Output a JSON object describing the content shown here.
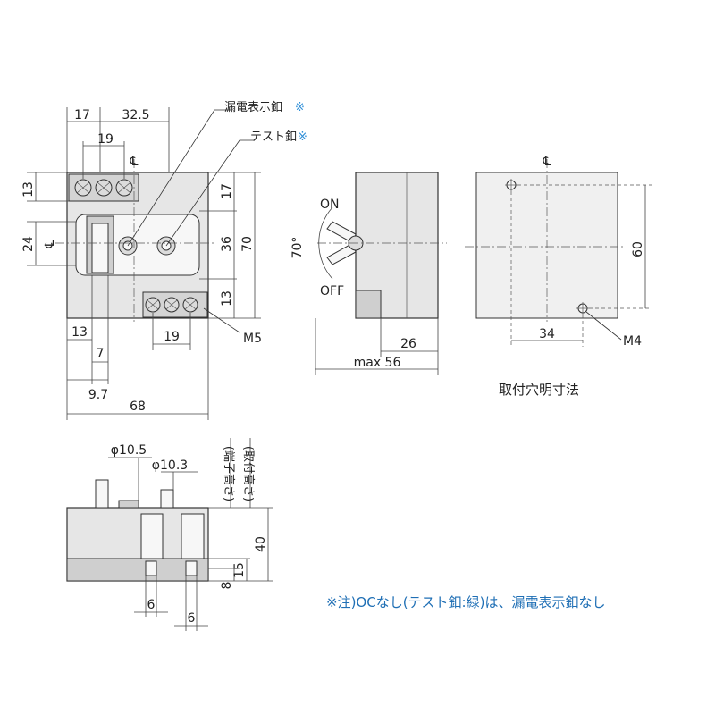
{
  "callouts": {
    "leak_indicator_label": "漏電表示釦",
    "test_button_label": "テスト釦",
    "asterisk": "※"
  },
  "front_view": {
    "dims": {
      "top_left_width": "17",
      "top_right_width": "32.5",
      "upper_terminal_pitch": "19",
      "centerline": "℄",
      "left_top_height": "13",
      "left_mid_height": "24",
      "left_mid_centerline": "℄",
      "right_upper_height": "17",
      "right_mid_height": "36",
      "right_lower_height": "13",
      "overall_height": "70",
      "lower_left_offset": "13",
      "lower_terminal_pitch": "19",
      "handle_width": "7",
      "handle_offset": "9.7",
      "overall_width": "68"
    },
    "screw_label": "M5"
  },
  "side_view": {
    "on_label": "ON",
    "off_label": "OFF",
    "angle_label": "70°",
    "depth_rear": "26",
    "max_depth": "max 56"
  },
  "mounting_view": {
    "centerline": "℄",
    "height": "60",
    "offset": "34",
    "screw_label": "M4",
    "caption": "取付穴明寸法"
  },
  "bottom_view": {
    "handle_dia": "φ10.5",
    "terminal_dia": "φ10.3",
    "terminal_height_label": "(端子高さ)",
    "mount_height_label": "(取付高さ)",
    "height_40": "40",
    "height_15": "15",
    "height_8": "8",
    "pin_width_1": "6",
    "pin_width_2": "6"
  },
  "note": "※注)OCなし(テスト釦:緑)は、漏電表示釦なし",
  "colors": {
    "note_blue": "#1f6fb5",
    "asterisk_blue": "#2f8fd8",
    "body_gray": "#e6e6e6"
  }
}
